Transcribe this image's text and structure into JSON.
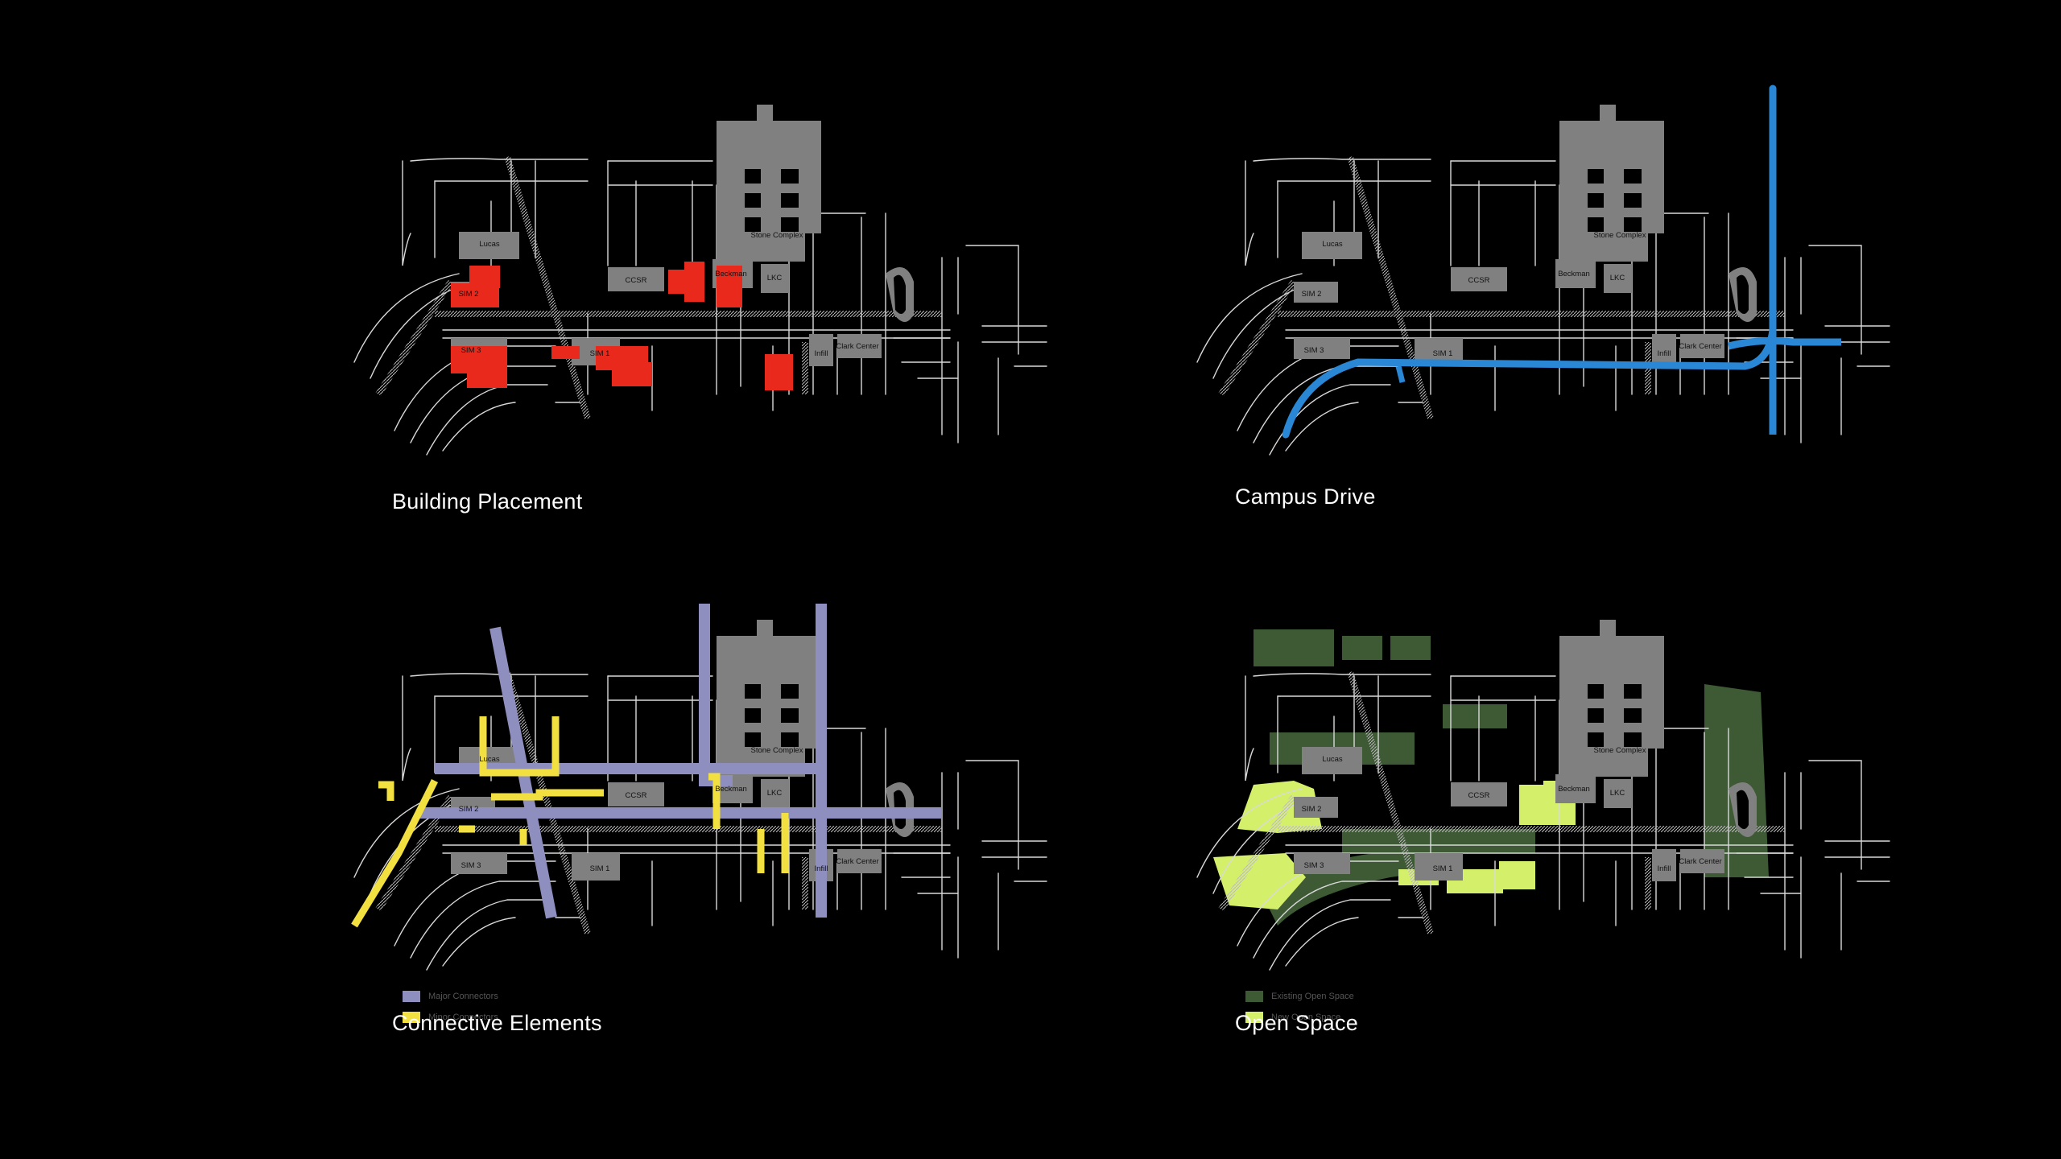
{
  "colors": {
    "background": "#000000",
    "streets": "#d9d9d9",
    "building": "#808080",
    "new_building": "#e8291c",
    "campus_drive": "#2a87d6",
    "major_connector": "#8f8fbf",
    "minor_connector": "#f2e040",
    "existing_open_space": "#3d5a35",
    "new_open_space": "#d4f06a"
  },
  "building_labels": {
    "stone": "Stone Complex",
    "lucas": "Lucas",
    "sim2": "SIM 2",
    "sim3": "SIM 3",
    "ccsr": "CCSR",
    "beckman": "Beckman",
    "lkc": "LKC",
    "sim1": "SIM 1",
    "infill": "Infill",
    "clark": "Clark Center"
  },
  "panels": {
    "building_placement": {
      "caption": "Building Placement"
    },
    "campus_drive": {
      "caption": "Campus Drive"
    },
    "connective_elements": {
      "caption": "Connective Elements",
      "legend": [
        {
          "label": "Major Connectors",
          "color": "#8f8fbf"
        },
        {
          "label": "Minor Connectors",
          "color": "#f2e040"
        }
      ]
    },
    "open_space": {
      "caption": "Open Space",
      "legend": [
        {
          "label": "Existing Open Space",
          "color": "#3d5a35"
        },
        {
          "label": "New Open Space",
          "color": "#d4f06a"
        }
      ]
    }
  }
}
